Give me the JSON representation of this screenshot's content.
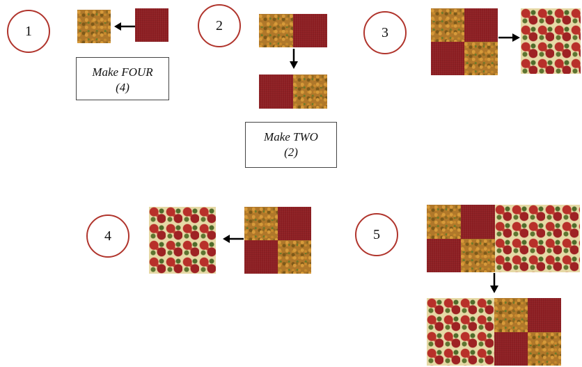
{
  "steps": [
    {
      "number": "1",
      "note": {
        "line1": "Make FOUR",
        "line2": "(4)"
      }
    },
    {
      "number": "2",
      "note": {
        "line1": "Make TWO",
        "line2": "(2)"
      }
    },
    {
      "number": "3"
    },
    {
      "number": "4"
    },
    {
      "number": "5"
    }
  ],
  "fabrics": {
    "gold": "#b0782a",
    "red": "#8e1f23",
    "floral_background": "#e6d9a6",
    "circle_outline": "#b0342c"
  }
}
